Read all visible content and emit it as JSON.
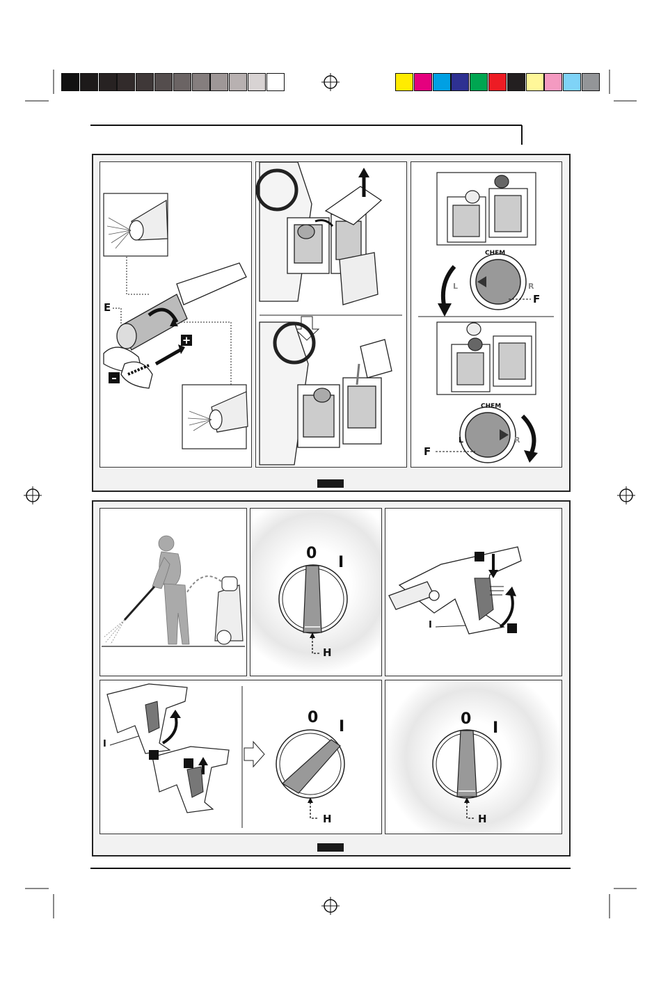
{
  "grayscale_bar": [
    "#111111",
    "#1d1a1a",
    "#272222",
    "#322b2b",
    "#3f3838",
    "#544d4d",
    "#6b6464",
    "#857e7e",
    "#9e9797",
    "#b8b1b1",
    "#d8d3d3",
    "#ffffff"
  ],
  "color_bar": [
    "#ffec00",
    "#e5007e",
    "#00a0e3",
    "#2e3192",
    "#00a651",
    "#ed1c24",
    "#231f20",
    "#fff799",
    "#f49ac1",
    "#7fd3f7",
    "#939598"
  ],
  "labels": {
    "e": "E",
    "plus": "+",
    "minus": "–",
    "chem": "CHEM",
    "l": "L",
    "r": "R",
    "f": "F",
    "zero": "0",
    "one": "I",
    "h": "H",
    "i": "I"
  }
}
